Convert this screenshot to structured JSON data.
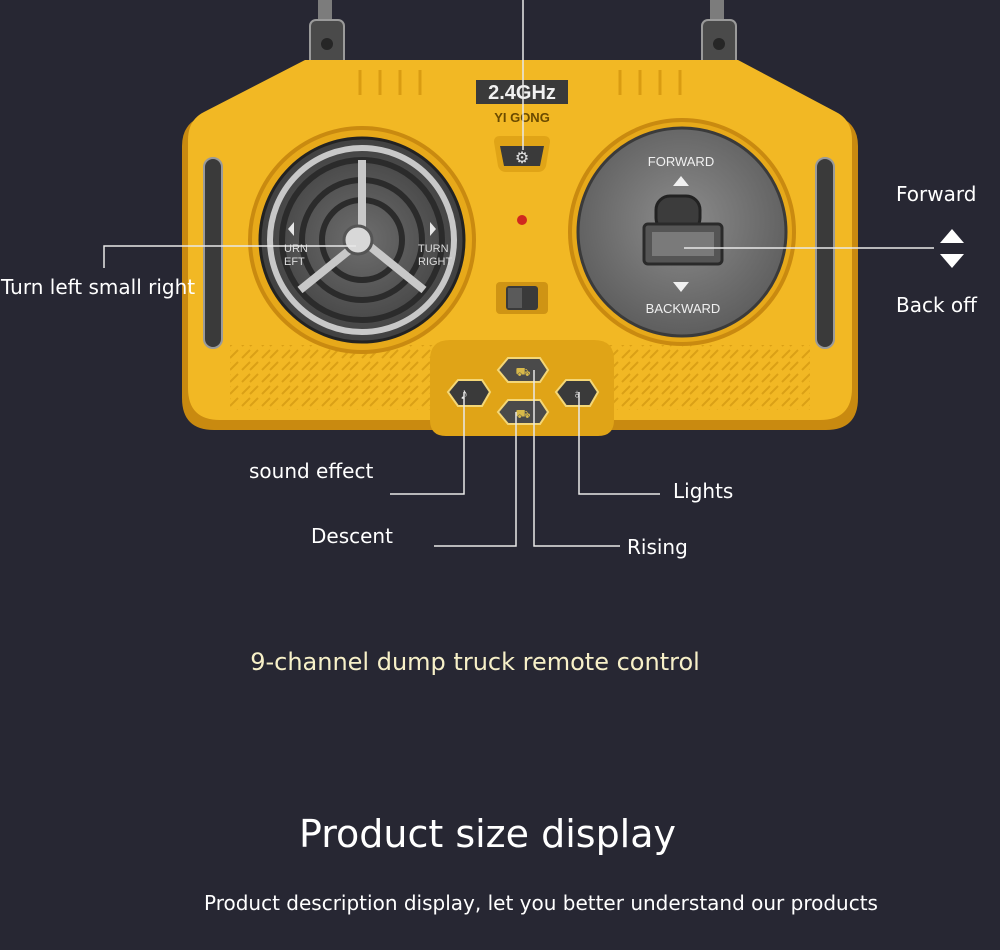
{
  "controller": {
    "badge_freq": "2.4GHz",
    "badge_brand": "YI GONG",
    "forward_text": "FORWARD",
    "backward_text": "BACKWARD",
    "turn_left_text": "URN\nEFT",
    "turn_right_text": "TURN\nRIGHT",
    "body_color": "#f2b824",
    "shadow_color": "#c98a10"
  },
  "callouts": {
    "turn": "Turn left small right",
    "forward": "Forward",
    "back": "Back off",
    "sound": "sound effect",
    "lights": "Lights",
    "descent": "Descent",
    "rising": "Rising"
  },
  "caption": "9-channel dump truck remote control",
  "section": {
    "title": "Product size display",
    "subtitle": "Product description display, let you better understand our products"
  }
}
